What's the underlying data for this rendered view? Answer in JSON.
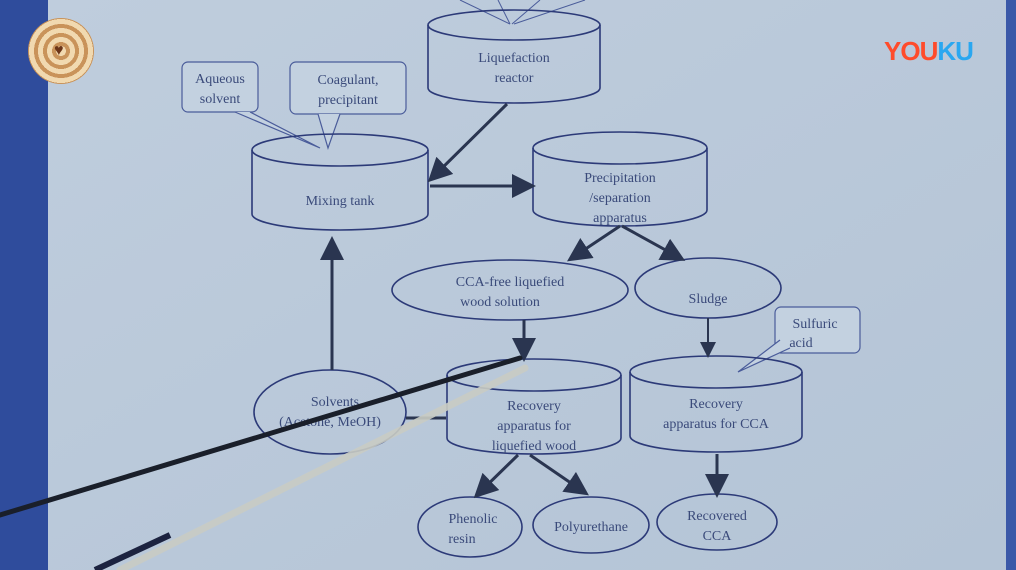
{
  "watermark": {
    "brand_red": "YOU",
    "brand_blue": "KU",
    "colors": {
      "red": "#ff4b2b",
      "blue": "#2aa7f0"
    }
  },
  "diagram": {
    "liquefaction_reactor": [
      "Liquefaction",
      "reactor"
    ],
    "aqueous_solvent": [
      "Aqueous",
      "solvent"
    ],
    "coagulant": [
      "Coagulant,",
      "precipitant"
    ],
    "mixing_tank": "Mixing tank",
    "precipitation": [
      "Precipitation",
      "/separation",
      "apparatus"
    ],
    "cca_free": [
      "CCA-free liquefied",
      "wood solution"
    ],
    "sludge": "Sludge",
    "sulfuric_acid": [
      "Sulfuric",
      "acid"
    ],
    "solvents": [
      "Solvents",
      "(Acetone, MeOH)"
    ],
    "recovery_wood": [
      "Recovery",
      "apparatus for",
      "liquefied wood"
    ],
    "recovery_cca": [
      "Recovery",
      "apparatus for CCA"
    ],
    "phenolic": [
      "Phenolic",
      "resin"
    ],
    "polyurethane": "Polyurethane",
    "recovered_cca": [
      "Recovered",
      "CCA"
    ]
  }
}
